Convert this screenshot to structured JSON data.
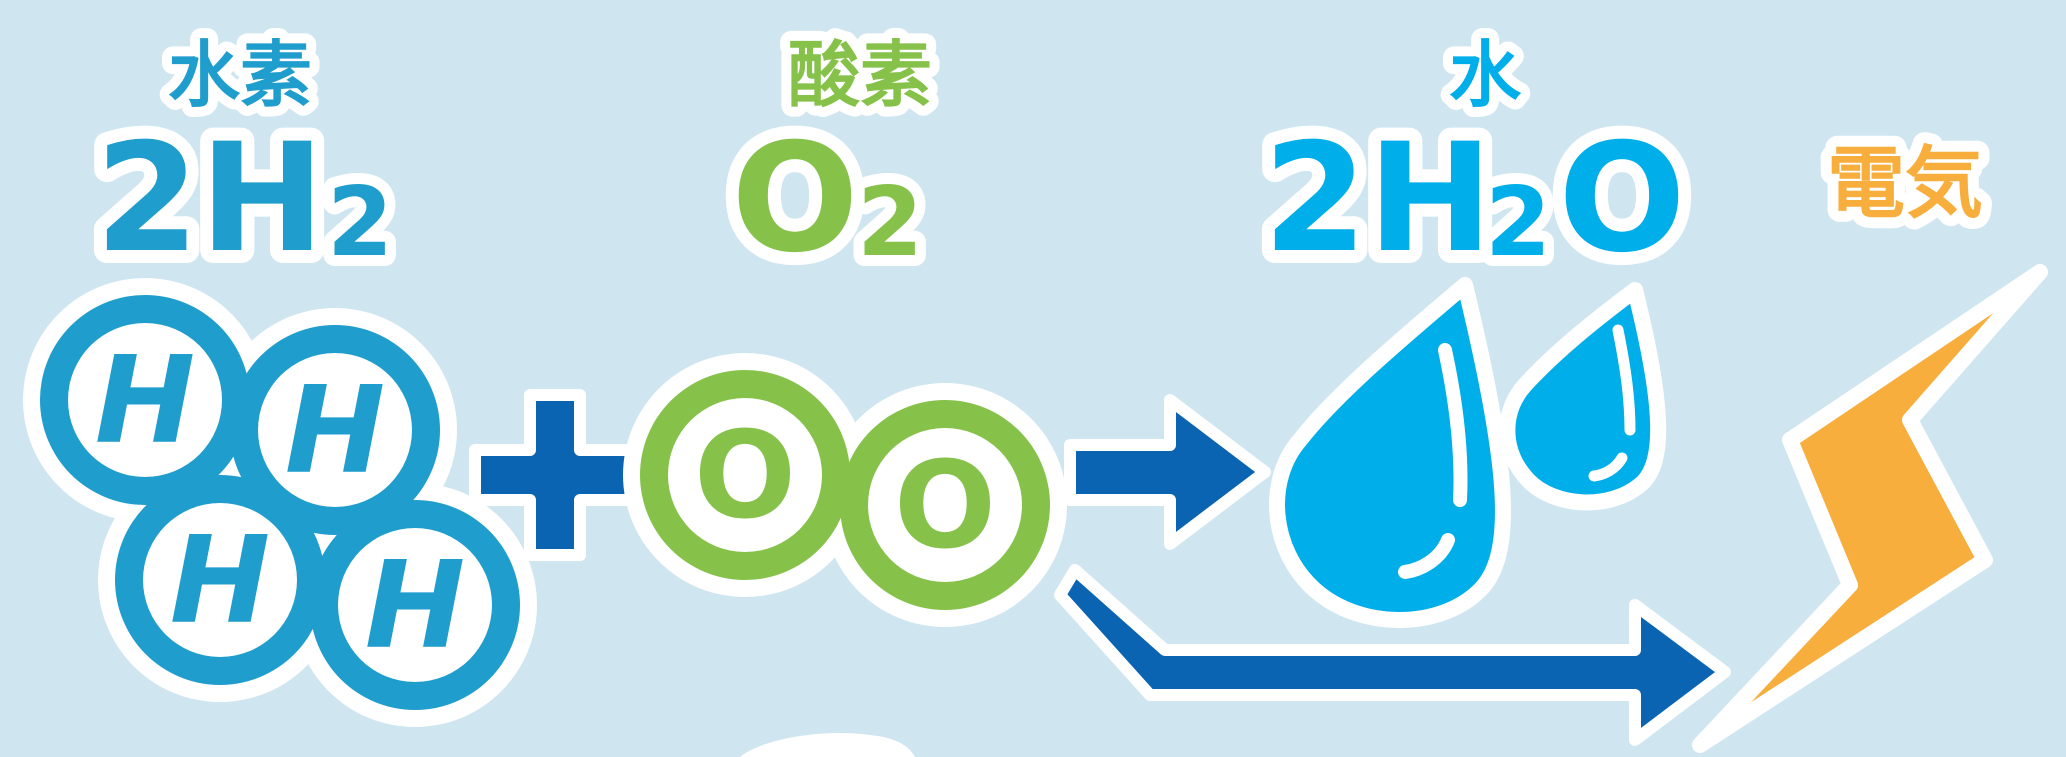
{
  "labels": {
    "hydrogen_name": "水素",
    "hydrogen_formula_main": "2H",
    "hydrogen_formula_sub": "2",
    "oxygen_name": "酸素",
    "oxygen_formula_main": "O",
    "oxygen_formula_sub": "2",
    "water_name": "水",
    "water_formula_a": "2H",
    "water_formula_sub": "2",
    "water_formula_b": "O",
    "electricity_name": "電気"
  },
  "atoms": {
    "hydrogen_symbol": "H",
    "oxygen_symbol": "O"
  },
  "colors": {
    "background": "#cfe6f1",
    "hydrogen": "#1f9dcc",
    "oxygen": "#86c24a",
    "water": "#00aee9",
    "arrow": "#0b64b2",
    "bolt": "#f7ae3d",
    "outline": "#ffffff"
  }
}
